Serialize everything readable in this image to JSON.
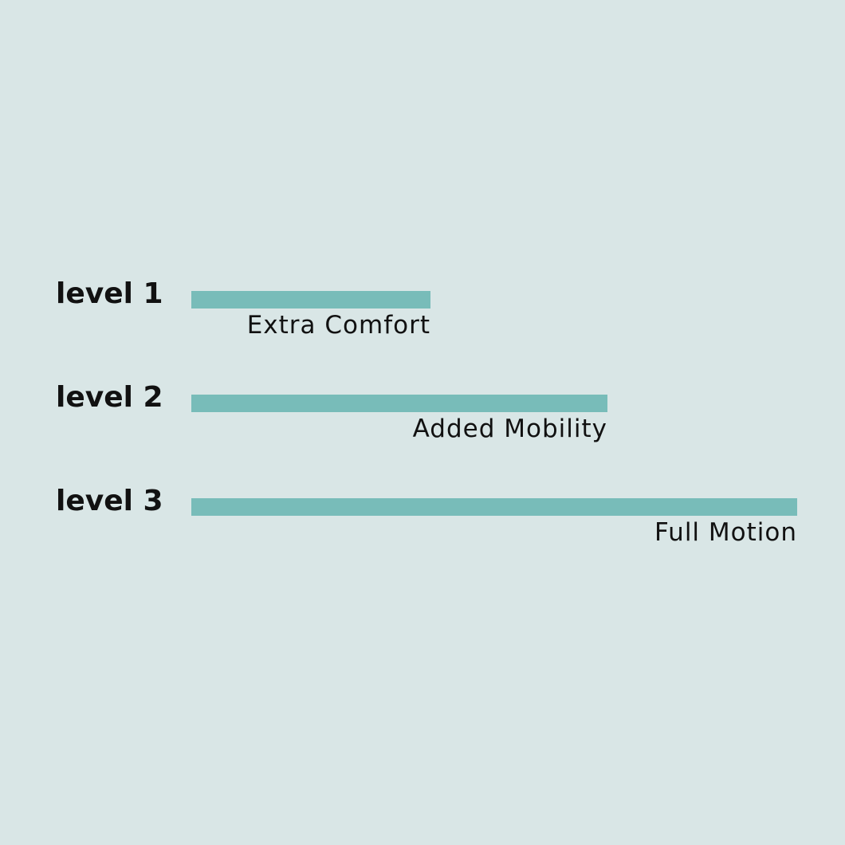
{
  "colors": {
    "background": "#d9e6e6",
    "bar": "#78bcb9",
    "text": "#111111"
  },
  "chart_data": {
    "type": "bar",
    "orientation": "horizontal",
    "categories": [
      "level 1",
      "level 2",
      "level 3"
    ],
    "values": [
      0.395,
      0.687,
      1.0
    ],
    "value_unit": "fraction of full motion",
    "bar_captions": [
      "Extra Comfort",
      "Added Mobility",
      "Full Motion"
    ],
    "title": "",
    "xlabel": "",
    "ylabel": "",
    "xlim": [
      0,
      1
    ],
    "grid": false,
    "legend": "none"
  }
}
